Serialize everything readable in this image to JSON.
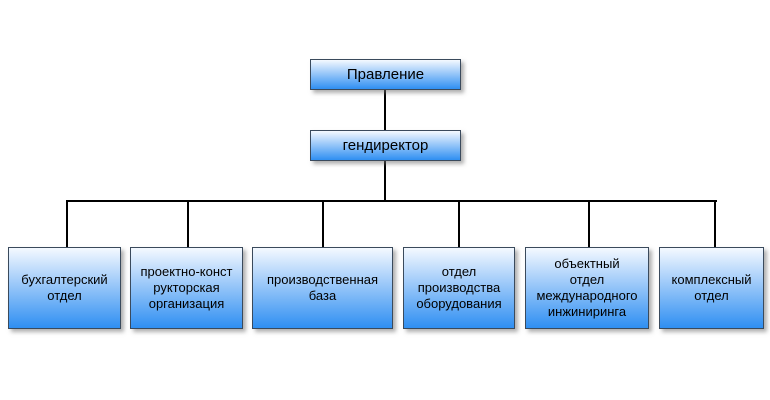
{
  "chart": {
    "board": "Правление",
    "director": "гендиректор",
    "departments": [
      "бухгалтерский\nотдел",
      "проектно-конст\nрукторская\nорганизация",
      "производственная\nбаза",
      "отдел\nпроизводства\nоборудования",
      "объектный\nотдел\nмеждународного\nинжиниринга",
      "комплексный\nотдел"
    ]
  }
}
